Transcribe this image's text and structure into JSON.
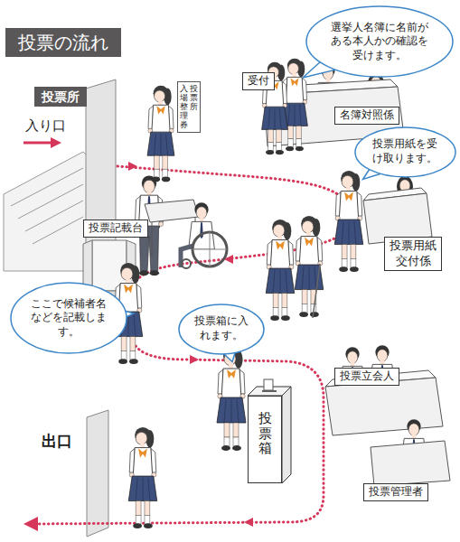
{
  "diagram": {
    "title": "投票の流れ",
    "nodes": [
      {
        "text": [
          "投票所"
        ]
      },
      {
        "text": [
          "投票所",
          "入場整理券"
        ]
      },
      {
        "text": [
          "受付"
        ]
      },
      {
        "text": [
          "選挙人名簿に名前がある本人かの確認を受けます。"
        ]
      },
      {
        "text": [
          "名簿対照係"
        ]
      },
      {
        "text": [
          "投票用紙を受け取ります。"
        ]
      },
      {
        "text": [
          "投票記載台"
        ]
      },
      {
        "text": [
          "投票用紙交付係"
        ]
      },
      {
        "text": [
          "ここで候補者名などを記載します。"
        ]
      },
      {
        "text": [
          "投票箱に入れます。"
        ]
      },
      {
        "text": [
          "投票立会人"
        ]
      },
      {
        "text": [
          "投票箱"
        ]
      },
      {
        "text": [
          "投票管理者"
        ]
      }
    ],
    "labels": [
      "入り口",
      "出口"
    ]
  }
}
